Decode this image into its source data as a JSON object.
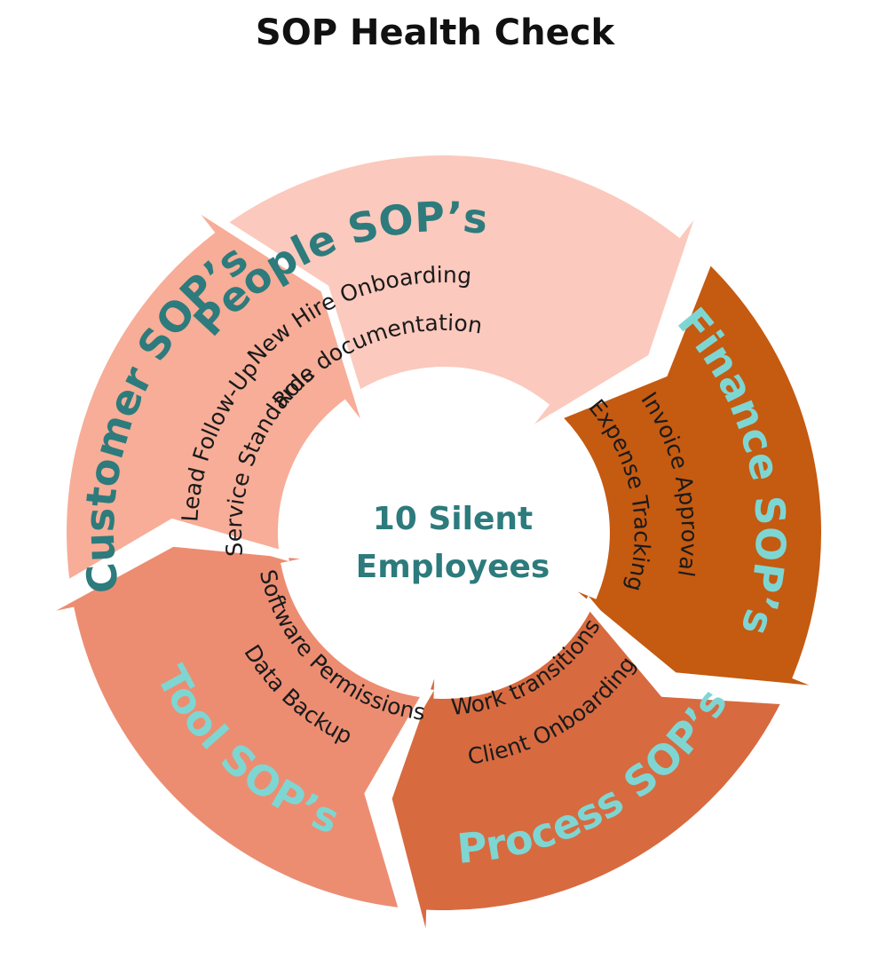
{
  "title": "SOP Health Check",
  "center": {
    "line1": "10 Silent",
    "line2": "Employees"
  },
  "segments": [
    {
      "title": "People SOP’s",
      "items": [
        "New Hire Onboarding",
        "Role documentation"
      ],
      "color": "#fbc9bd",
      "title_color": "#2d7b7c"
    },
    {
      "title": "Finance SOP’s",
      "items": [
        "Invoice Approval",
        "Expense Tracking"
      ],
      "color": "#c55a11",
      "title_color": "#7ed6d3"
    },
    {
      "title": "Process SOP’s",
      "items": [
        "Client Onboarding",
        "Work transitions"
      ],
      "color": "#d86a40",
      "title_color": "#7ed6d3"
    },
    {
      "title": "Tool SOP’s",
      "items": [
        "Data Backup",
        "Software Permissions"
      ],
      "color": "#ec8d72",
      "title_color": "#7ed6d3"
    },
    {
      "title": "Customer SOP’s",
      "items": [
        "Lead Follow-Up",
        "Service Standards"
      ],
      "color": "#f7ad97",
      "title_color": "#2d7b7c"
    }
  ]
}
